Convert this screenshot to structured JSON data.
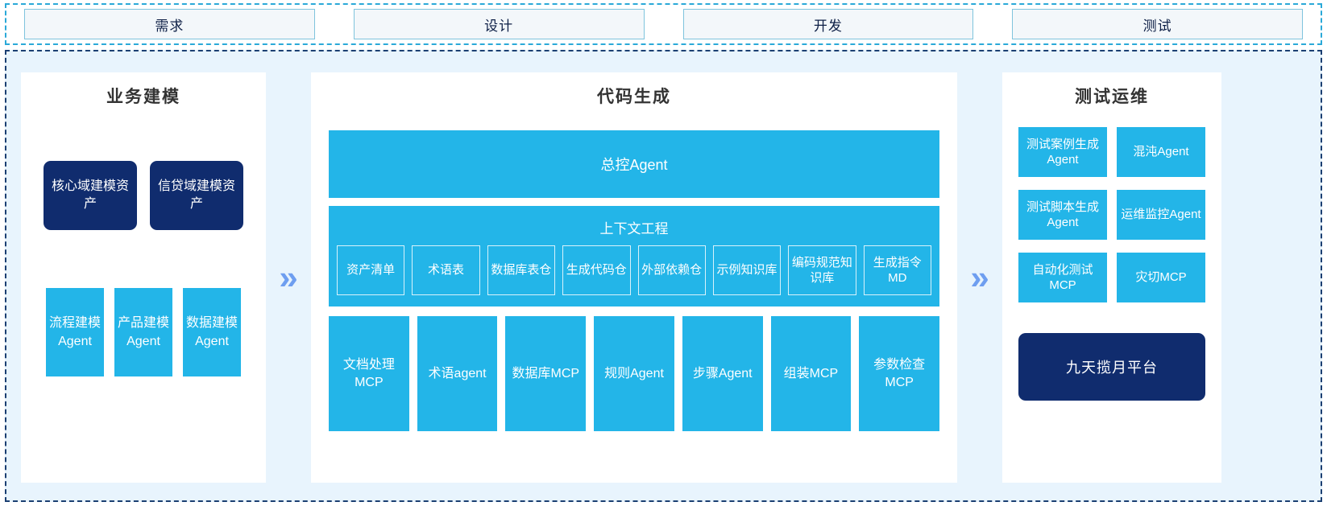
{
  "phases": {
    "items": [
      {
        "label": "需求"
      },
      {
        "label": "设计"
      },
      {
        "label": "开发"
      },
      {
        "label": "测试"
      }
    ]
  },
  "colors": {
    "accent_cyan": "#23b5e8",
    "navy": "#102c6e",
    "panel_bg": "#e8f4fd",
    "arrow": "#6e9ef0",
    "phase_border": "#7fc4dd",
    "container_border": "#1b3f72"
  },
  "separators": {
    "left_arrow": "»",
    "right_arrow": "»"
  },
  "left_panel": {
    "title": "业务建模",
    "assets": [
      {
        "label": "核心域建模资产"
      },
      {
        "label": "信贷域建模资产"
      }
    ],
    "agents": [
      {
        "label": "流程建模Agent"
      },
      {
        "label": "产品建模Agent"
      },
      {
        "label": "数据建模Agent"
      }
    ]
  },
  "mid_panel": {
    "title": "代码生成",
    "master_agent": "总控Agent",
    "context": {
      "title": "上下文工程",
      "items": [
        {
          "label": "资产清单"
        },
        {
          "label": "术语表"
        },
        {
          "label": "数据库表仓"
        },
        {
          "label": "生成代码仓"
        },
        {
          "label": "外部依赖仓"
        },
        {
          "label": "示例知识库"
        },
        {
          "label": "编码规范知识库"
        },
        {
          "label": "生成指令MD"
        }
      ]
    },
    "tools": [
      {
        "label": "文档处理MCP"
      },
      {
        "label": "术语agent"
      },
      {
        "label": "数据库MCP"
      },
      {
        "label": "规则Agent"
      },
      {
        "label": "步骤Agent"
      },
      {
        "label": "组装MCP"
      },
      {
        "label": "参数检查MCP"
      }
    ]
  },
  "right_panel": {
    "title": "测试运维",
    "items": [
      {
        "label": "测试案例生成Agent"
      },
      {
        "label": "混沌Agent"
      },
      {
        "label": "测试脚本生成Agent"
      },
      {
        "label": "运维监控Agent"
      },
      {
        "label": "自动化测试MCP"
      },
      {
        "label": "灾切MCP"
      }
    ],
    "platform": "九天揽月平台"
  }
}
